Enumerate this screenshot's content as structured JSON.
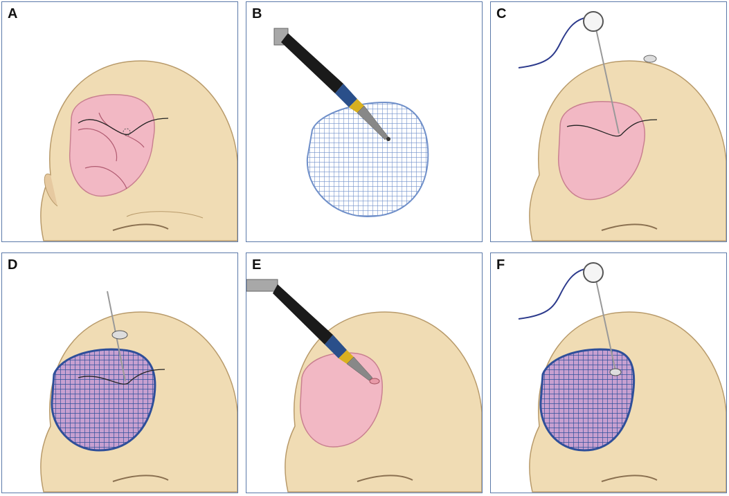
{
  "panels": [
    {
      "label": "A"
    },
    {
      "label": "B"
    },
    {
      "label": "C"
    },
    {
      "label": "D"
    },
    {
      "label": "E"
    },
    {
      "label": "F"
    }
  ],
  "colors": {
    "border": "#5a78a8",
    "skin": "#f0dcb4",
    "skin_shadow": "#d9c090",
    "brain": "#f2b8c4",
    "brain_shadow": "#d98a9c",
    "mesh_blue": "#6f8fc9",
    "mesh_dark": "#2f4f9a",
    "wire_blue": "#2c3a8c",
    "drill_black": "#1a1a1a",
    "drill_gold": "#d8b020"
  },
  "icons": [
    "head-icon",
    "brain-icon",
    "mesh-icon",
    "drill-icon",
    "electrode-icon",
    "burr-hole-cap-icon"
  ]
}
